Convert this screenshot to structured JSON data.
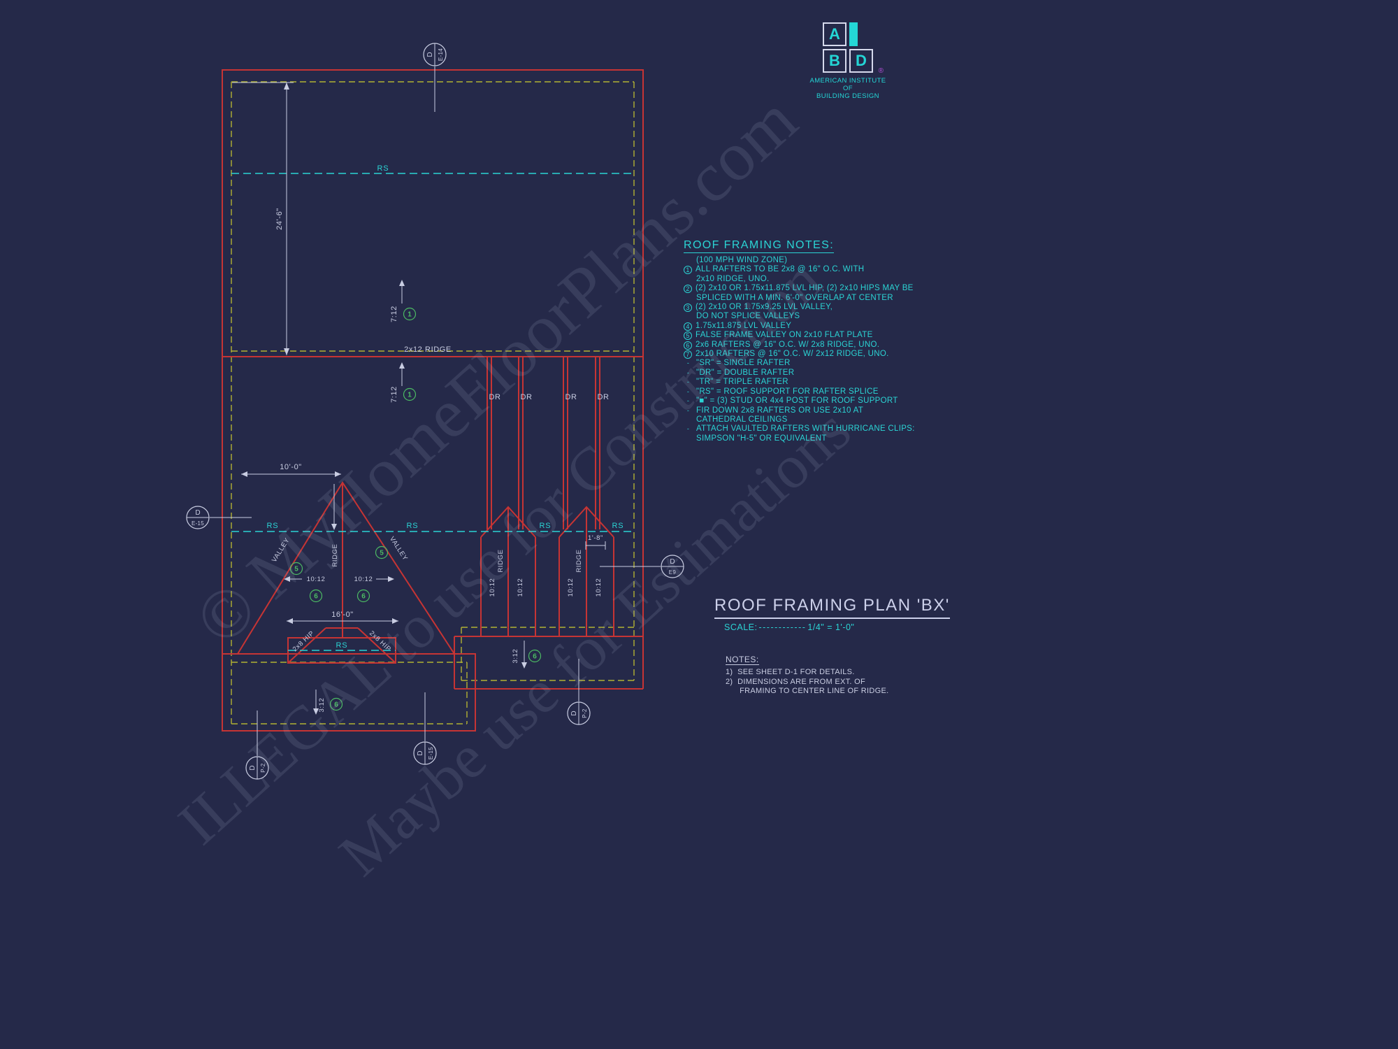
{
  "colors": {
    "background": "#252949",
    "red": "#c63434",
    "yellow": "#b2b233",
    "cyan": "#2bd4d4",
    "white": "#c9cde2",
    "green": "#4cbb63",
    "magenta": "#b44fd8"
  },
  "logo": {
    "letter_a": "A",
    "letter_b": "B",
    "letter_d": "D",
    "reg": "®",
    "org_line1": "AMERICAN INSTITUTE",
    "org_line2": "OF",
    "org_line3": "BUILDING DESIGN"
  },
  "framing_notes": {
    "title": "ROOF FRAMING NOTES:",
    "subtitle": "(100 MPH WIND ZONE)",
    "lines": [
      {
        "num": "1",
        "circle": true,
        "text": "ALL RAFTERS TO BE 2x8 @ 16\" O.C. WITH"
      },
      {
        "num": "",
        "circle": false,
        "text": "2x10 RIDGE, UNO."
      },
      {
        "num": "2",
        "circle": true,
        "text": "(2) 2x10 OR 1.75x11.875 LVL HIP, (2) 2x10 HIPS MAY BE"
      },
      {
        "num": "",
        "circle": false,
        "text": "SPLICED WITH A MIN. 6'-0\" OVERLAP AT CENTER"
      },
      {
        "num": "3",
        "circle": true,
        "text": "(2) 2x10 OR 1.75x9.25 LVL VALLEY,"
      },
      {
        "num": "",
        "circle": false,
        "text": "DO NOT SPLICE VALLEYS"
      },
      {
        "num": "4",
        "circle": true,
        "text": "1.75x11.875 LVL VALLEY"
      },
      {
        "num": "5",
        "circle": true,
        "text": "FALSE FRAME VALLEY ON 2x10 FLAT PLATE"
      },
      {
        "num": "6",
        "circle": true,
        "text": "2x6 RAFTERS @ 16\" O.C. W/ 2x8 RIDGE, UNO."
      },
      {
        "num": "7",
        "circle": true,
        "text": "2x10 RAFTERS @ 16\" O.C. W/ 2x12 RIDGE, UNO."
      },
      {
        "num": "-",
        "circle": false,
        "text": "\"SR\" = SINGLE RAFTER"
      },
      {
        "num": "-",
        "circle": false,
        "text": "\"DR\" = DOUBLE RAFTER"
      },
      {
        "num": "-",
        "circle": false,
        "text": "\"TR\" = TRIPLE RAFTER"
      },
      {
        "num": "-",
        "circle": false,
        "text": "\"RS\" = ROOF SUPPORT FOR RAFTER SPLICE"
      },
      {
        "num": "-",
        "circle": false,
        "text": "\"■\" = (3) STUD OR 4x4 POST FOR ROOF SUPPORT"
      },
      {
        "num": "-",
        "circle": false,
        "text": "FIR DOWN 2x8 RAFTERS OR USE 2x10 AT"
      },
      {
        "num": "",
        "circle": false,
        "text": "CATHEDRAL CEILINGS"
      },
      {
        "num": "-",
        "circle": false,
        "text": "ATTACH VAULTED RAFTERS WITH HURRICANE CLIPS:"
      },
      {
        "num": "",
        "circle": false,
        "text": "SIMPSON \"H-5\" OR EQUIVALENT"
      }
    ]
  },
  "plan_labels": {
    "rs": "RS",
    "dr": "DR",
    "ridge": "RIDGE",
    "valley": "VALLEY",
    "ridge_2x12": "2x12 RIDGE",
    "hip_2x8": "2x8 HIP",
    "slope_7_12": "7:12",
    "slope_10_12": "10:12",
    "slope_3_12": "3:12",
    "dim_24_6": "24'-6\"",
    "dim_10_0": "10'-0\"",
    "dim_16_0": "16'-0\"",
    "dim_1_8": "1'-8\"",
    "n1": "1",
    "n5": "5",
    "n6": "6"
  },
  "callouts": [
    {
      "letter": "D",
      "label": "E-14"
    },
    {
      "letter": "D",
      "label": "E-15"
    },
    {
      "letter": "D",
      "label": "E9"
    },
    {
      "letter": "D",
      "label": "P-2"
    },
    {
      "letter": "D",
      "label": "E-15"
    },
    {
      "letter": "D",
      "label": "P-2"
    }
  ],
  "title_block": {
    "title": "ROOF FRAMING PLAN 'BX'",
    "scale_label": "SCALE:",
    "scale_leader": "------------",
    "scale_value": "1/4\" = 1'-0\""
  },
  "sheet_notes": {
    "title": "NOTES:",
    "lines": [
      "1)  SEE SHEET D-1 FOR DETAILS.",
      "2)  DIMENSIONS ARE FROM EXT. OF",
      "      FRAMING TO CENTER LINE OF RIDGE."
    ]
  },
  "watermark": {
    "line1": "© MyHomeFloorPlans.com",
    "line2": "ILLEGAL to use for Construction",
    "line3": "Maybe use for Estimations"
  }
}
